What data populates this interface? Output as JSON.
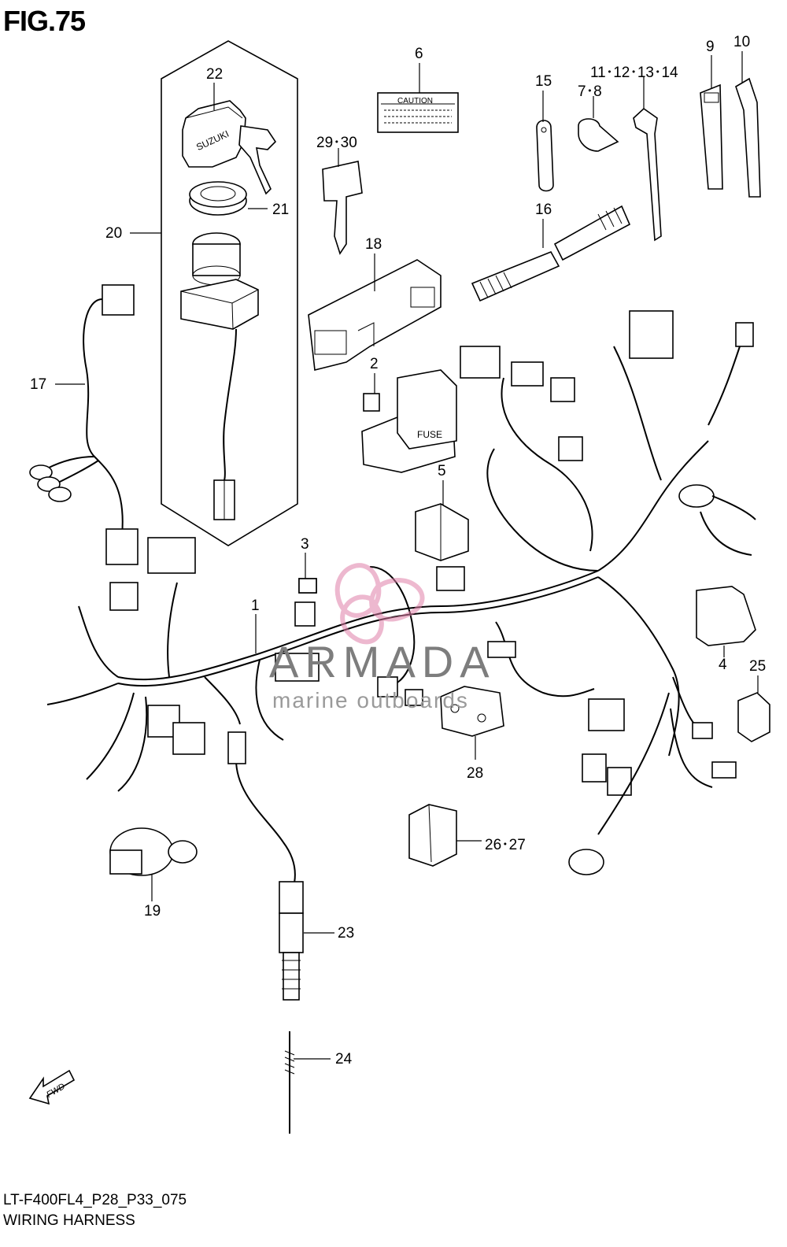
{
  "figure": {
    "title": "FIG.75",
    "model_code": "LT-F400FL4_P28_P33_075",
    "section_name": "WIRING HARNESS"
  },
  "callouts": [
    {
      "id": "c22",
      "text": "22"
    },
    {
      "id": "c21",
      "text": "21"
    },
    {
      "id": "c20",
      "text": "20"
    },
    {
      "id": "c17",
      "text": "17"
    },
    {
      "id": "c6",
      "text": "6"
    },
    {
      "id": "c2930",
      "text": "29･30"
    },
    {
      "id": "c18",
      "text": "18"
    },
    {
      "id": "c2",
      "text": "2"
    },
    {
      "id": "c15",
      "text": "15"
    },
    {
      "id": "c16",
      "text": "16"
    },
    {
      "id": "c78",
      "text": "7･8"
    },
    {
      "id": "c11to14",
      "text": "11･12･13･14"
    },
    {
      "id": "c9",
      "text": "9"
    },
    {
      "id": "c10",
      "text": "10"
    },
    {
      "id": "c5",
      "text": "5"
    },
    {
      "id": "c3",
      "text": "3"
    },
    {
      "id": "c1",
      "text": "1"
    },
    {
      "id": "c4",
      "text": "4"
    },
    {
      "id": "c25",
      "text": "25"
    },
    {
      "id": "c28",
      "text": "28"
    },
    {
      "id": "c2627",
      "text": "26･27"
    },
    {
      "id": "c19",
      "text": "19"
    },
    {
      "id": "c23",
      "text": "23"
    },
    {
      "id": "c24",
      "text": "24"
    }
  ],
  "part_labels": {
    "caution_label": "CAUTION",
    "key_cap_brand": "SUZUKI",
    "fuse_box_label": "FUSE",
    "direction_arrow": "FWD"
  },
  "watermark": {
    "brand": "ARMADA",
    "tagline": "marine outboards",
    "color": "#e07fa8"
  },
  "colors": {
    "line": "#000000",
    "background": "#ffffff"
  }
}
